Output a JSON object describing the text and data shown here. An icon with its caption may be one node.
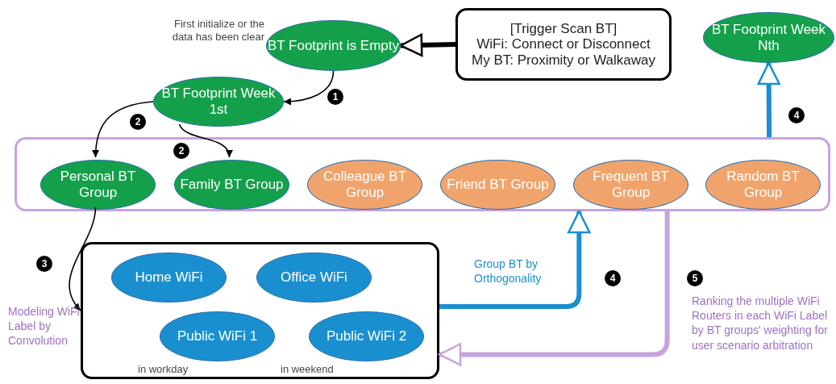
{
  "diagram": {
    "nodes": [
      {
        "text": [
          "BT Footprint is Empty"
        ],
        "beside": [
          "First initialize or the data has been clear"
        ]
      },
      {
        "text": [
          "[Trigger Scan BT]",
          "WiFi: Connect or Disconnect",
          "My BT: Proximity or Walkaway"
        ]
      },
      {
        "text": [
          "BT Footprint Week Nth"
        ]
      },
      {
        "text": [
          "BT Footprint Week 1st"
        ]
      },
      {
        "text": [],
        "shape": "box"
      },
      {
        "text": [
          "Personal BT Group"
        ],
        "in": 4
      },
      {
        "text": [
          "Family BT Group"
        ],
        "in": 4
      },
      {
        "text": [
          "Colleague BT Group"
        ],
        "in": 4
      },
      {
        "text": [
          "Friend BT Group"
        ],
        "in": 4
      },
      {
        "text": [
          "Frequent BT Group"
        ],
        "in": 4
      },
      {
        "text": [
          "Random BT Group"
        ],
        "in": 4
      },
      {
        "text": [],
        "shape": "box"
      },
      {
        "text": [
          "Home WiFi"
        ],
        "in": 11
      },
      {
        "text": [
          "Office WiFi"
        ],
        "in": 11
      },
      {
        "text": [
          "Public WiFi 1"
        ],
        "in": 11,
        "beside": [
          "in workday"
        ]
      },
      {
        "text": [
          "Public WiFi 2"
        ],
        "in": 11,
        "beside": [
          "in weekend"
        ]
      }
    ],
    "edges": [
      {
        "from": 1,
        "to": 0,
        "arrow": "to",
        "style": "thick"
      },
      {
        "from": 0,
        "to": 3,
        "arrow": "to",
        "label": "1"
      },
      {
        "from": 3,
        "to": 5,
        "arrow": "to",
        "label": "2"
      },
      {
        "from": 3,
        "to": 6,
        "arrow": "to",
        "label": "2"
      },
      {
        "from": 5,
        "to": 11,
        "arrow": "to",
        "label": "3"
      },
      {
        "from": 4,
        "to": 2,
        "arrow": "to",
        "label": "4",
        "style": "thick",
        "color": "#1a8fd0"
      },
      {
        "from": 11,
        "to": 4,
        "arrow": "to",
        "label": "4",
        "style": "thick",
        "color": "#1a8fd0"
      },
      {
        "from": 4,
        "to": 11,
        "arrow": "to",
        "label": "5",
        "style": "thick",
        "color": "#c8a2e0"
      }
    ],
    "labels": [
      "Modeling WiFi Label by Convolution",
      "Group BT by Orthogonality",
      "Ranking the multiple WiFi Routers in each WiFi Label by BT groups' weighting for user scenario arbitration"
    ]
  }
}
